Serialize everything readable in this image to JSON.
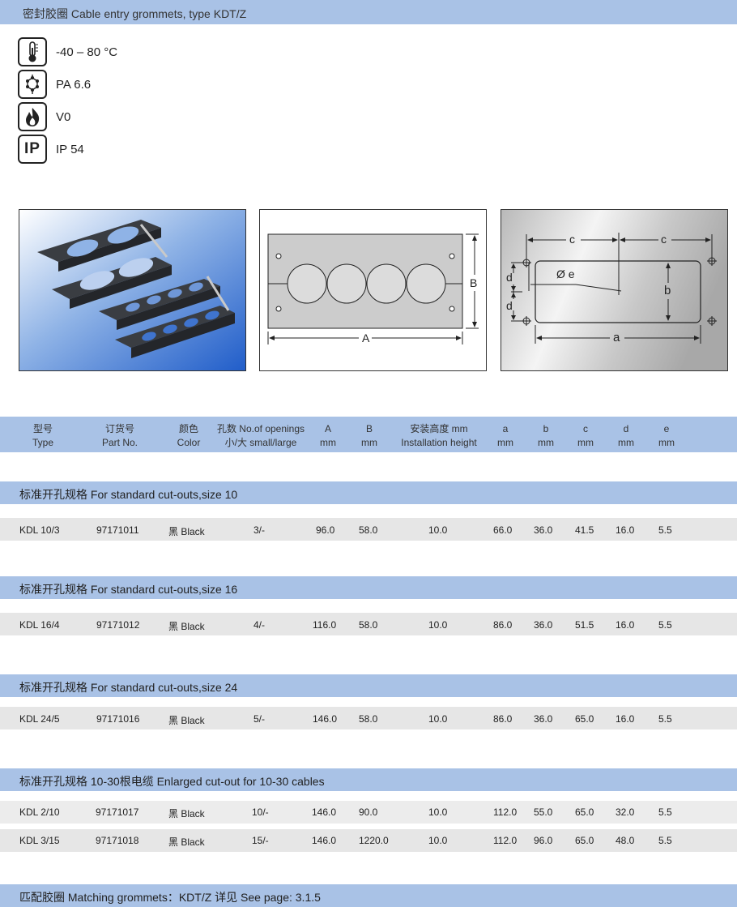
{
  "header": {
    "title": "密封胶圈 Cable entry grommets, type KDT/Z"
  },
  "specs": [
    {
      "icon": "thermometer-icon",
      "text": "-40 – 80 °C"
    },
    {
      "icon": "molecule-icon",
      "text": "PA 6.6"
    },
    {
      "icon": "flame-icon",
      "text": "V0"
    },
    {
      "icon": "ip-icon",
      "label": "IP",
      "text": "IP 54"
    }
  ],
  "diagram": {
    "label_A": "A",
    "label_B": "B",
    "label_a": "a",
    "label_b": "b",
    "label_c": "c",
    "label_d": "d",
    "label_e": "Ø e"
  },
  "table": {
    "headers": [
      {
        "cn": "型号",
        "en": "Type"
      },
      {
        "cn": "订货号",
        "en": "Part No."
      },
      {
        "cn": "颜色",
        "en": "Color"
      },
      {
        "cn": "孔数 No.of openings",
        "en": "小/大 small/large"
      },
      {
        "cn": "A",
        "en": "mm"
      },
      {
        "cn": "B",
        "en": "mm"
      },
      {
        "cn": "安装高度 mm",
        "en": "Installation height"
      },
      {
        "cn": "a",
        "en": "mm"
      },
      {
        "cn": "b",
        "en": "mm"
      },
      {
        "cn": "c",
        "en": "mm"
      },
      {
        "cn": "d",
        "en": "mm"
      },
      {
        "cn": "e",
        "en": "mm"
      }
    ],
    "sections": [
      {
        "title": "标准开孔规格  For standard cut-outs,size 10",
        "rows": [
          [
            "KDL 10/3",
            "97171011",
            "黑 Black",
            "3/-",
            "96.0",
            "58.0",
            "10.0",
            "66.0",
            "36.0",
            "41.5",
            "16.0",
            "5.5"
          ]
        ]
      },
      {
        "title": "标准开孔规格  For standard cut-outs,size 16",
        "rows": [
          [
            "KDL 16/4",
            "97171012",
            "黑 Black",
            "4/-",
            "116.0",
            "58.0",
            "10.0",
            "86.0",
            "36.0",
            "51.5",
            "16.0",
            "5.5"
          ]
        ]
      },
      {
        "title": "标准开孔规格  For standard cut-outs,size 24",
        "rows": [
          [
            "KDL 24/5",
            "97171016",
            "黑 Black",
            "5/-",
            "146.0",
            "58.0",
            "10.0",
            "86.0",
            "36.0",
            "65.0",
            "16.0",
            "5.5"
          ]
        ]
      },
      {
        "title": "标准开孔规格  10-30根电缆    Enlarged cut-out for 10-30 cables",
        "rows": [
          [
            "KDL 2/10",
            "97171017",
            "黑 Black",
            "10/-",
            "146.0",
            "90.0",
            "10.0",
            "112.0",
            "55.0",
            "65.0",
            "32.0",
            "5.5"
          ],
          [
            "KDL 3/15",
            "97171018",
            "黑 Black",
            "15/-",
            "146.0",
            "1220.0",
            "10.0",
            "112.0",
            "96.0",
            "65.0",
            "48.0",
            "5.5"
          ]
        ]
      }
    ]
  },
  "footer": {
    "text": "匹配胶圈 Matching grommets：KDT/Z   详见  See page: 3.1.5"
  }
}
